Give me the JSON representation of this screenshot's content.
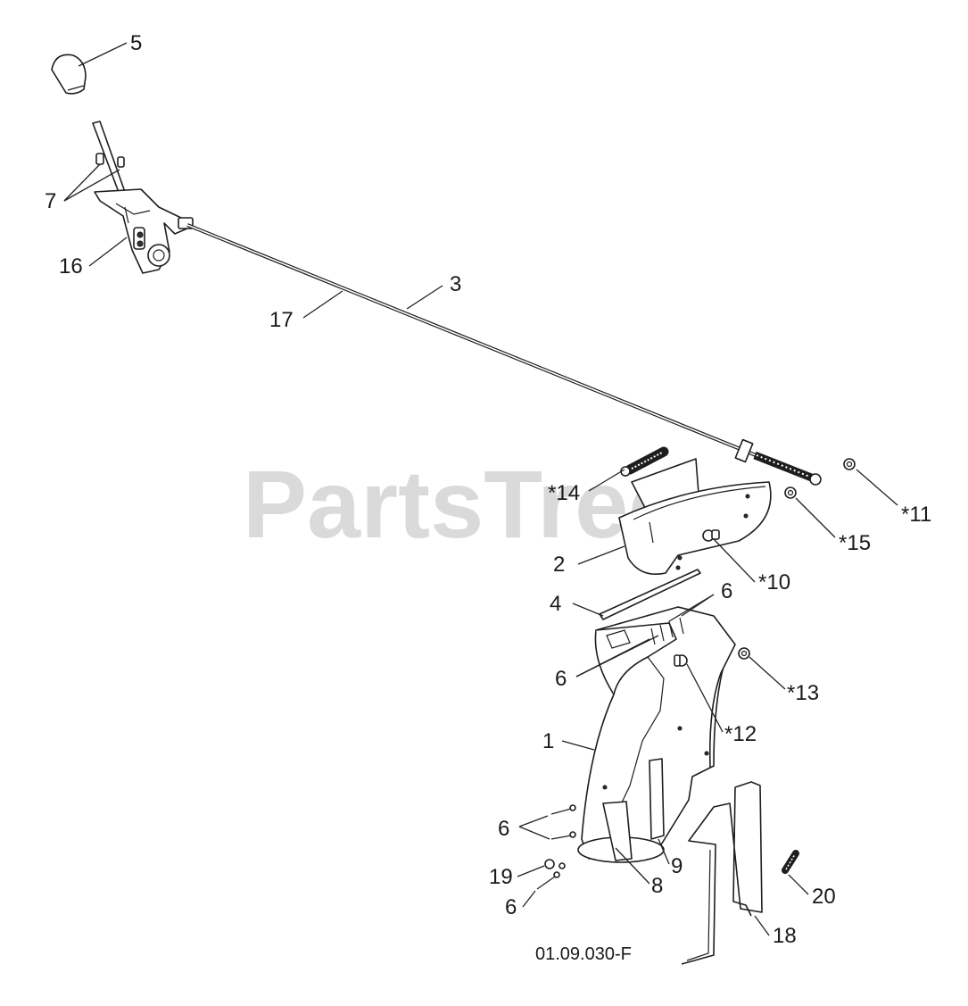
{
  "watermark": "PartsTree",
  "drawing_code": "01.09.030-F",
  "callouts": [
    {
      "id": "c5",
      "text": "5"
    },
    {
      "id": "c7",
      "text": "7"
    },
    {
      "id": "c16",
      "text": "16"
    },
    {
      "id": "c3",
      "text": "3"
    },
    {
      "id": "c17",
      "text": "17"
    },
    {
      "id": "c14",
      "text": "*14"
    },
    {
      "id": "c11",
      "text": "*11"
    },
    {
      "id": "c15",
      "text": "*15"
    },
    {
      "id": "c2",
      "text": "2"
    },
    {
      "id": "c10",
      "text": "*10"
    },
    {
      "id": "c4",
      "text": "4"
    },
    {
      "id": "c6a",
      "text": "6"
    },
    {
      "id": "c6b",
      "text": "6"
    },
    {
      "id": "c13",
      "text": "*13"
    },
    {
      "id": "c12",
      "text": "*12"
    },
    {
      "id": "c1",
      "text": "1"
    },
    {
      "id": "c6c",
      "text": "6"
    },
    {
      "id": "c19",
      "text": "19"
    },
    {
      "id": "c6d",
      "text": "6"
    },
    {
      "id": "c8",
      "text": "8"
    },
    {
      "id": "c9",
      "text": "9"
    },
    {
      "id": "c20",
      "text": "20"
    },
    {
      "id": "c18",
      "text": "18"
    }
  ]
}
